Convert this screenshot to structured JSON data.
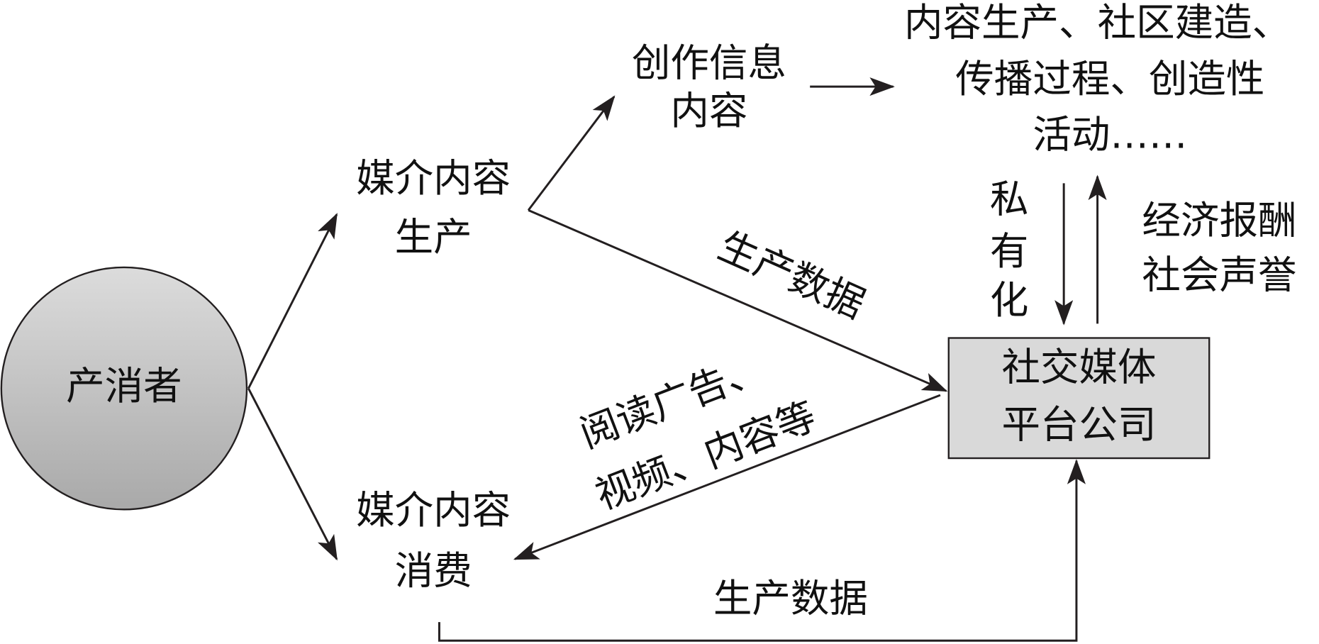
{
  "nodes": {
    "prosumer": "产消者",
    "production": [
      "媒介内容",
      "生产"
    ],
    "consumption": [
      "媒介内容",
      "消费"
    ],
    "create_content": [
      "创作信息",
      "内容"
    ],
    "activities": [
      "内容生产、社区建造、",
      "传播过程、创造性",
      "活动……"
    ],
    "platform": [
      "社交媒体",
      "平台公司"
    ]
  },
  "edges": {
    "privatization": [
      "私",
      "有",
      "化"
    ],
    "rewards": [
      "经济报酬",
      "社会声誉"
    ],
    "production_data_diag": "生产数据",
    "reading": [
      "阅读广告、",
      "视频、内容等"
    ],
    "production_data_bottom": "生产数据"
  },
  "colors": {
    "circle_top": "#dcdcdc",
    "circle_bottom": "#a9a9a9",
    "box_fill": "#d9d9d9",
    "stroke": "#231f20"
  }
}
